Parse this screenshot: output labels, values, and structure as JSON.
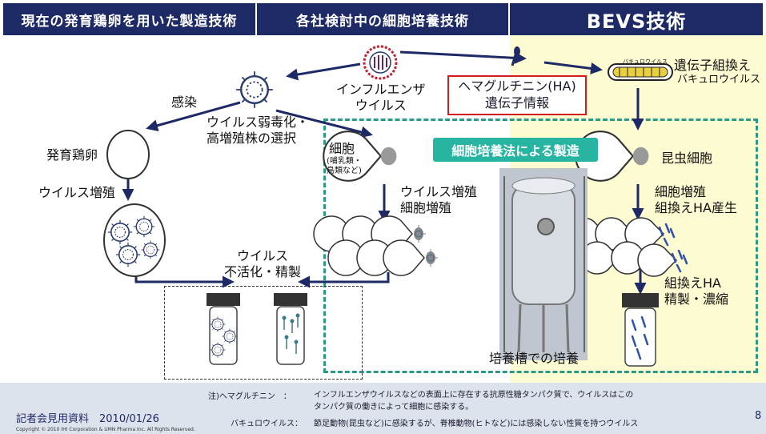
{
  "header": {
    "col1": "現在の発育鶏卵を用いた製造技術",
    "col2": "各社検討中の細胞培養技術",
    "col3": "BEVS技術"
  },
  "colors": {
    "navy": "#1e2a66",
    "teal": "#27b5a1",
    "red": "#d01e1e",
    "yellow": "#fdfbd2"
  },
  "labels": {
    "influenza": [
      "インフルエンザ",
      "ウイルス"
    ],
    "infection": "感染",
    "attenuation": [
      "ウイルス弱毒化・",
      "高増殖株の選択"
    ],
    "egg": "発育鶏卵",
    "virus_growth": "ウイルス増殖",
    "cell": "細胞",
    "cell_note": [
      "(哺乳類・",
      "鳥類など)"
    ],
    "cell_growth": [
      "ウイルス増殖",
      "細胞増殖"
    ],
    "inactivation": [
      "ウイルス",
      "不活化・精製"
    ],
    "ha_box": [
      "ヘマグルチニン(HA)",
      "遺伝子情報"
    ],
    "cell_culture_method": "細胞培養法による製造",
    "recombinant_baculo": [
      "遺伝子組換え",
      "バキュロウイルス"
    ],
    "baculo_small": "バキュロウイルス",
    "insect_cell": "昆虫細胞",
    "insect_growth": [
      "細胞増殖",
      "組換えHA産生"
    ],
    "purification": [
      "組換えHA",
      "精製・濃縮"
    ],
    "tank": "培養槽での培養"
  },
  "footer": {
    "doc": "記者会見用資料　2010/01/26",
    "copyright": "Copyright © 2010 IHI Corporation & UMN Pharma Inc. All Rights Reserved.",
    "note1_term": "注)ヘマグルチニン　：",
    "note1_text": [
      "インフルエンザウイルスなどの表面上に存在する抗原性糖タンパク質で、ウイルスはこの",
      "タンパク質の働きによって細胞に感染する。"
    ],
    "note2_term": "バキュロウイルス：",
    "note2_text": "節足動物(昆虫など)に感染するが、脊椎動物(ヒトなど)には感染しない性質を持つウイルス",
    "page": "8"
  }
}
